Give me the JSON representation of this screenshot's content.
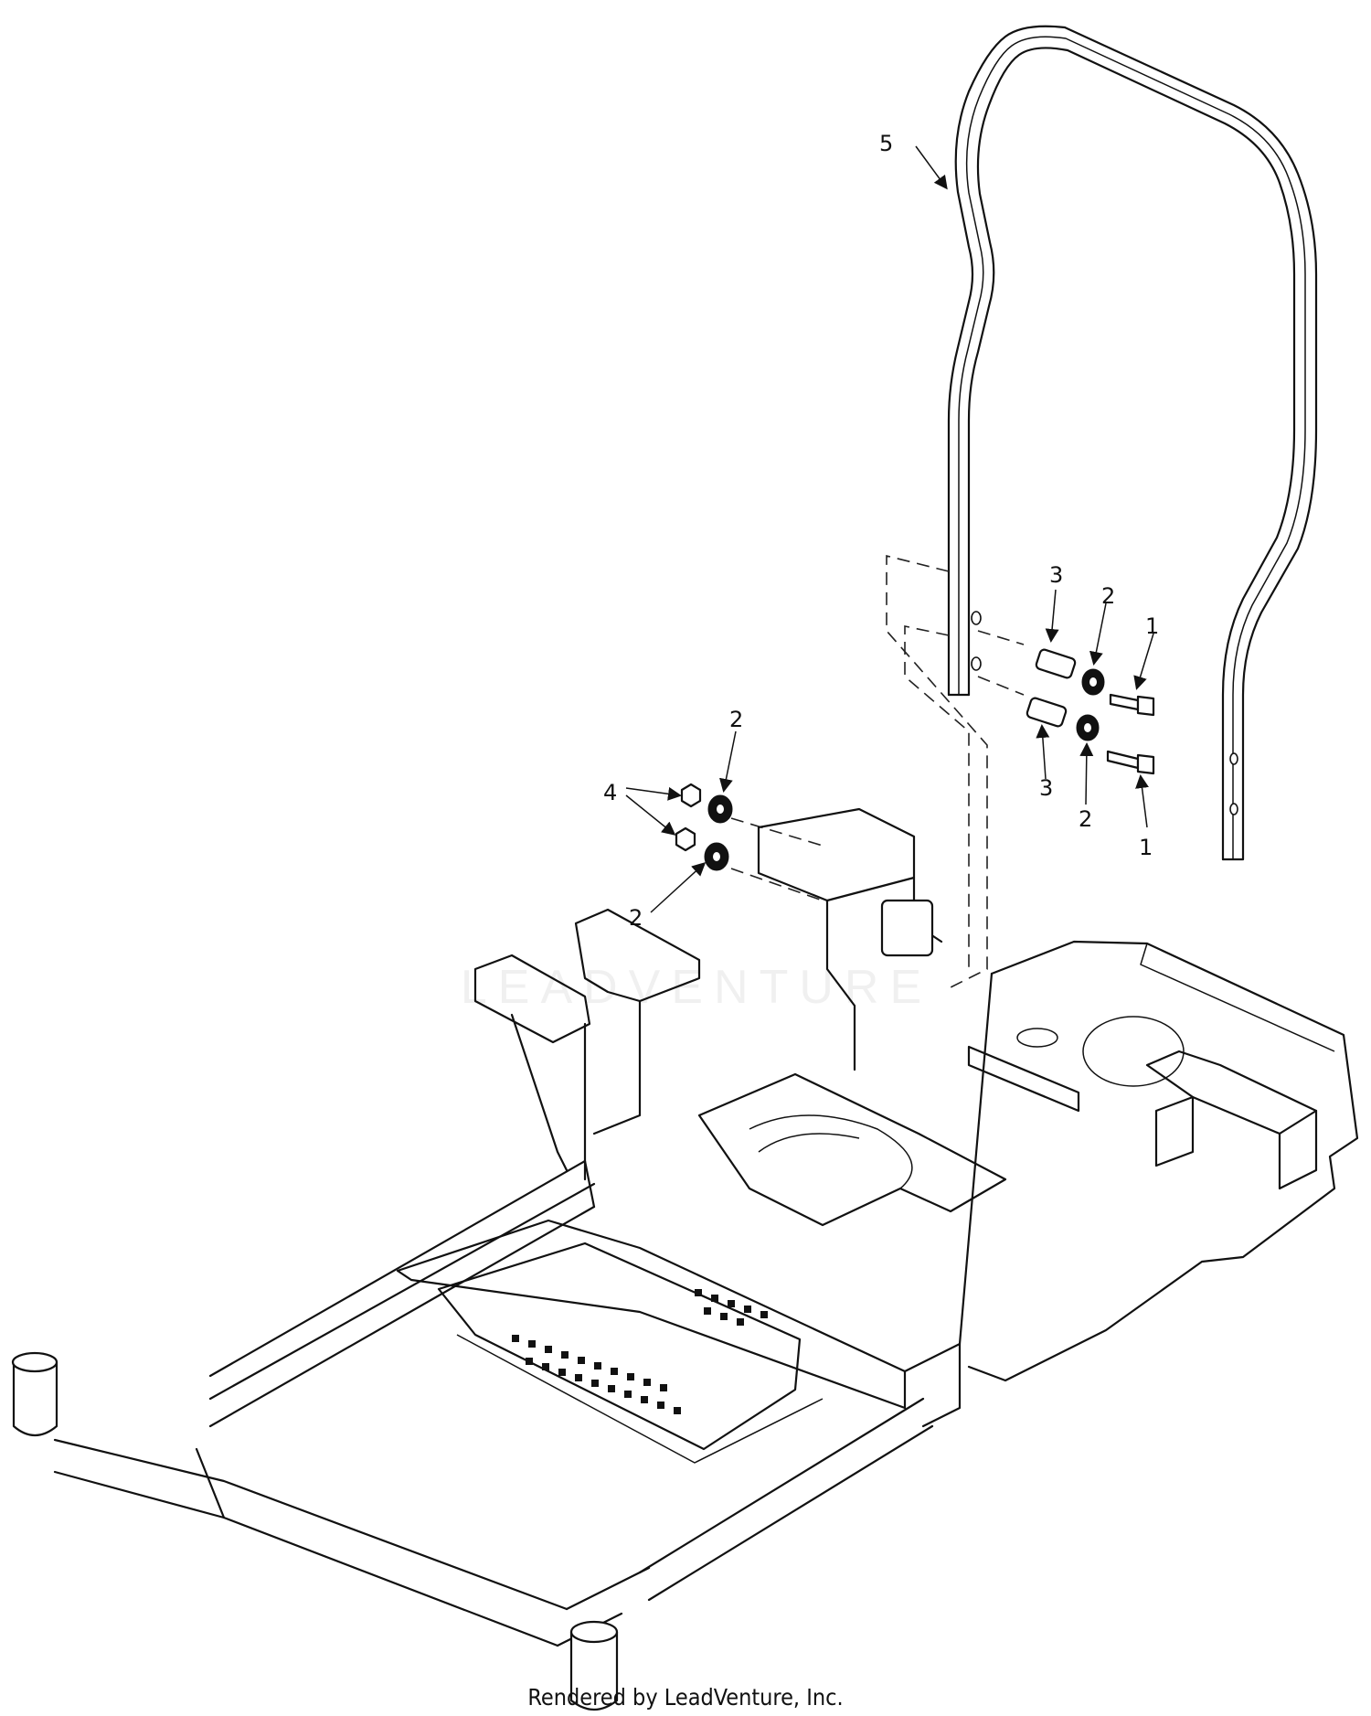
{
  "diagram": {
    "callouts": {
      "c5": "5",
      "c3_top": "3",
      "c2_top": "2",
      "c1_top": "1",
      "c3_bot": "3",
      "c2_bot": "2",
      "c1_bot": "1",
      "c2_left_top": "2",
      "c4": "4",
      "c2_left_bot": "2"
    }
  },
  "watermark_text": "LEADVENTURE",
  "footer": "Rendered by LeadVenture, Inc."
}
